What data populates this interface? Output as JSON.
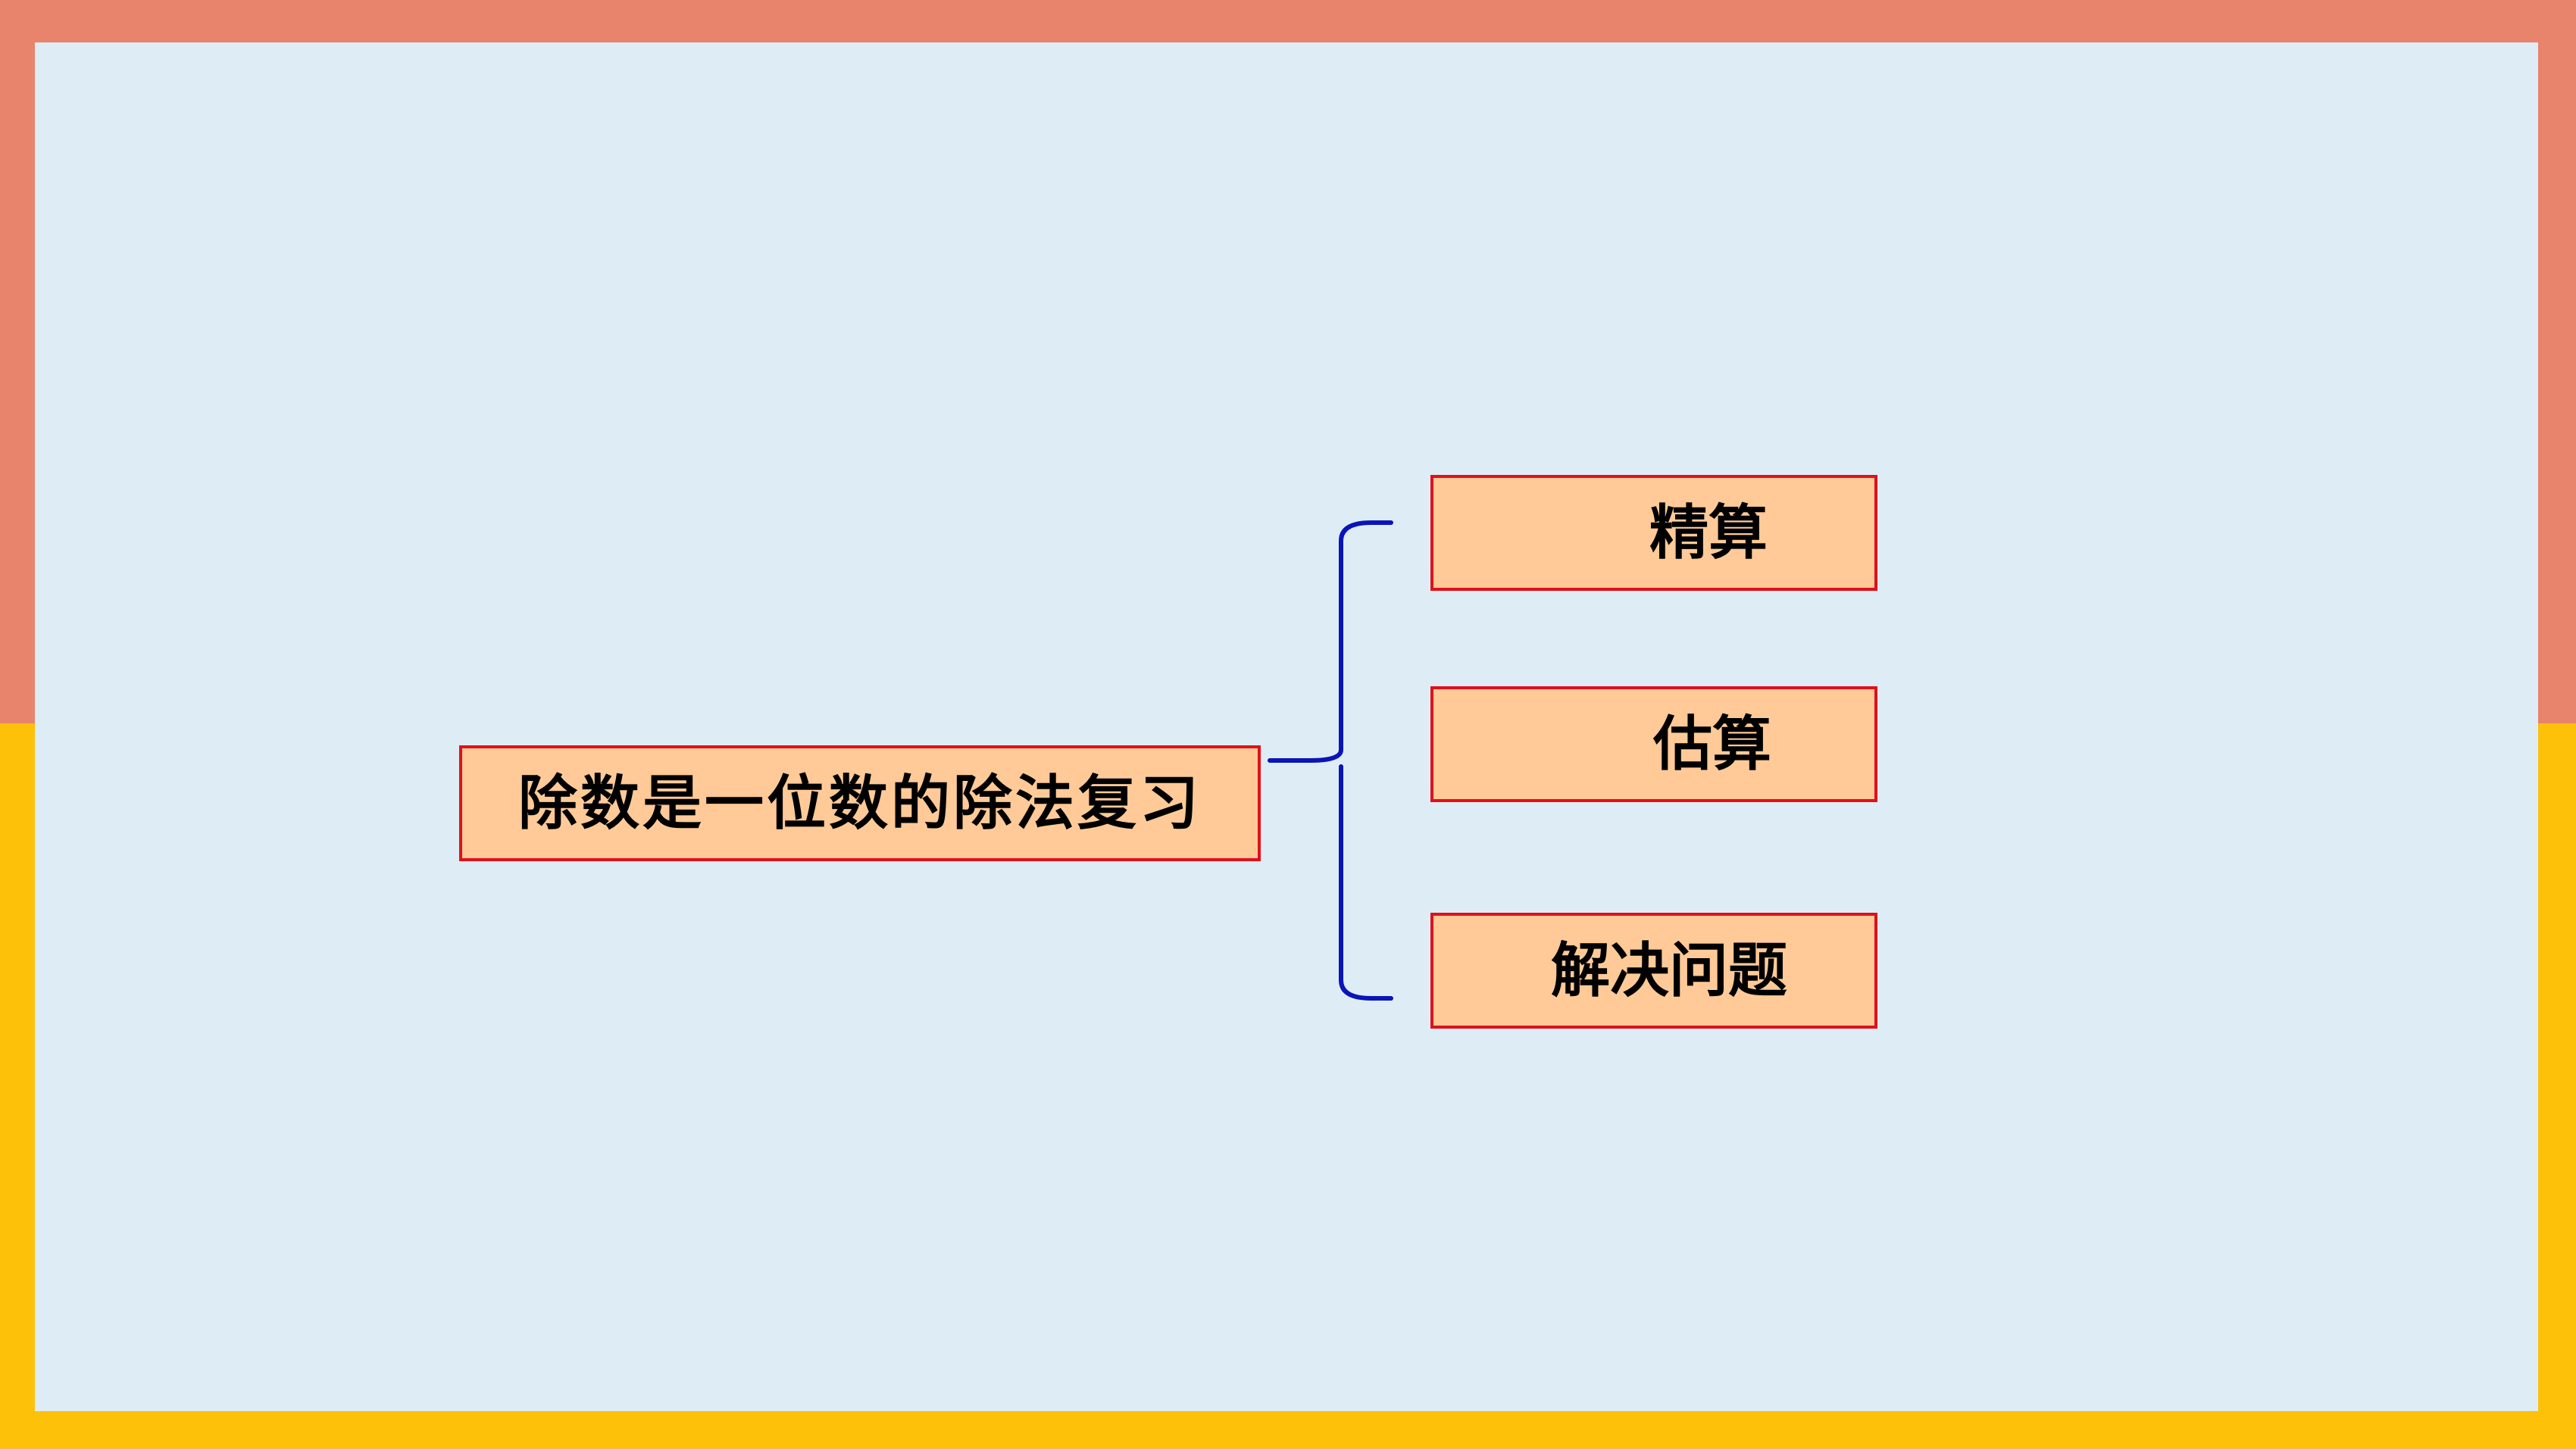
{
  "diagram": {
    "root": {
      "label": "除数是一位数的除法复习"
    },
    "branches": [
      {
        "label": "精算"
      },
      {
        "label": "估算"
      },
      {
        "label": "解决问题"
      }
    ]
  },
  "colors": {
    "frame_top": "#E8836C",
    "frame_bottom": "#FDC10A",
    "panel": "#DEEDF5",
    "box_fill": "#FFCA97",
    "box_border": "#E0101A",
    "brace": "#0A14B8",
    "text": "#000000"
  }
}
